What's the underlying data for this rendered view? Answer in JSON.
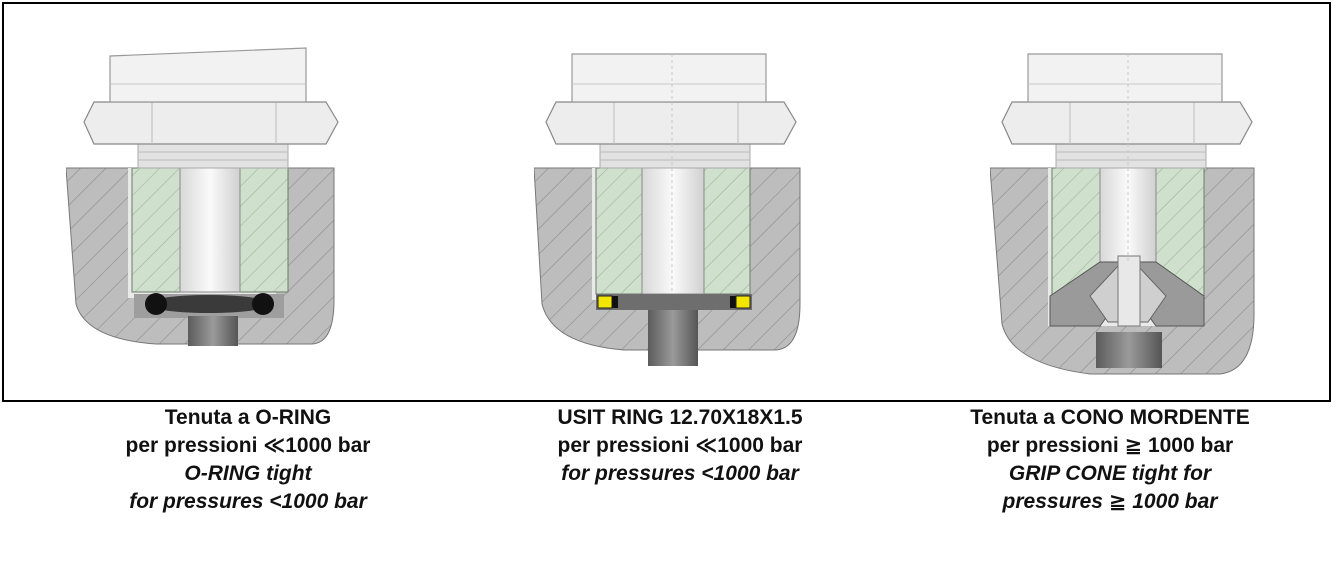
{
  "panels": [
    {
      "seal": "o-ring",
      "caption_it_title": "Tenuta a O-RING",
      "caption_it_pressure": "per pressioni ≪1000 bar",
      "caption_en_title": "O-RING tight",
      "caption_en_pressure": "for pressures <1000 bar"
    },
    {
      "seal": "usit-ring",
      "caption_it_title": "USIT RING 12.70X18X1.5",
      "caption_it_pressure": "per pressioni  ≪1000 bar",
      "caption_en_title": "for pressures <1000 bar",
      "caption_en_pressure": ""
    },
    {
      "seal": "grip-cone",
      "caption_it_title": "Tenuta a CONO MORDENTE",
      "caption_it_pressure": "per pressioni  ≧ 1000 bar",
      "caption_en_title": "GRIP CONE tight for",
      "caption_en_pressure": "pressures  ≧ 1000 bar"
    }
  ],
  "colors": {
    "body_gray": "#bdbdbd",
    "insert_green": "#cfe0cc",
    "fitting_white": "#efefef",
    "seal_black": "#111111",
    "seal_yellow": "#f2e600",
    "outline": "#555555"
  }
}
